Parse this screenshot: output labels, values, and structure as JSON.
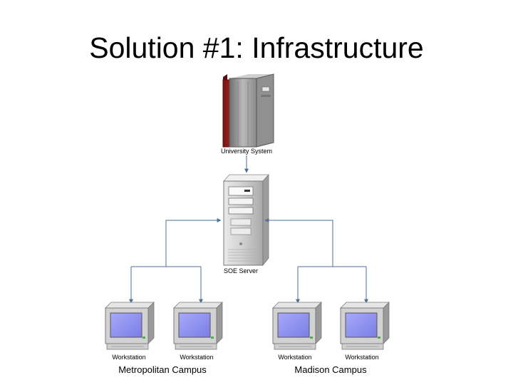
{
  "slide": {
    "title": "Solution #1: Infrastructure"
  },
  "diagram": {
    "mainframe_label": "University System",
    "server_label": "SOE Server",
    "workstation_label": "Workstation",
    "campus_left": "Metropolitan Campus",
    "campus_right": "Madison Campus"
  },
  "colors": {
    "connector": "#4f6f95",
    "mainframe_red": "#b0221e",
    "metal": "#a8a8a8",
    "screen": "#8d90ef"
  }
}
